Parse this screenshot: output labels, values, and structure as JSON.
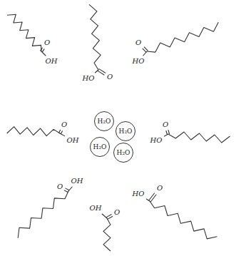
{
  "diagram": {
    "nodes": [
      {
        "text": [
          "H₂O"
        ]
      },
      {
        "text": [
          "H₂O"
        ]
      },
      {
        "text": [
          "H₂O"
        ]
      },
      {
        "text": [
          "H₂O"
        ]
      }
    ],
    "labels": [
      "O",
      "OH",
      "HO",
      "O",
      "O",
      "HO",
      "O",
      "OH",
      "HO",
      "O",
      "OH",
      "O",
      "OH",
      "O",
      "HO",
      "O"
    ]
  }
}
